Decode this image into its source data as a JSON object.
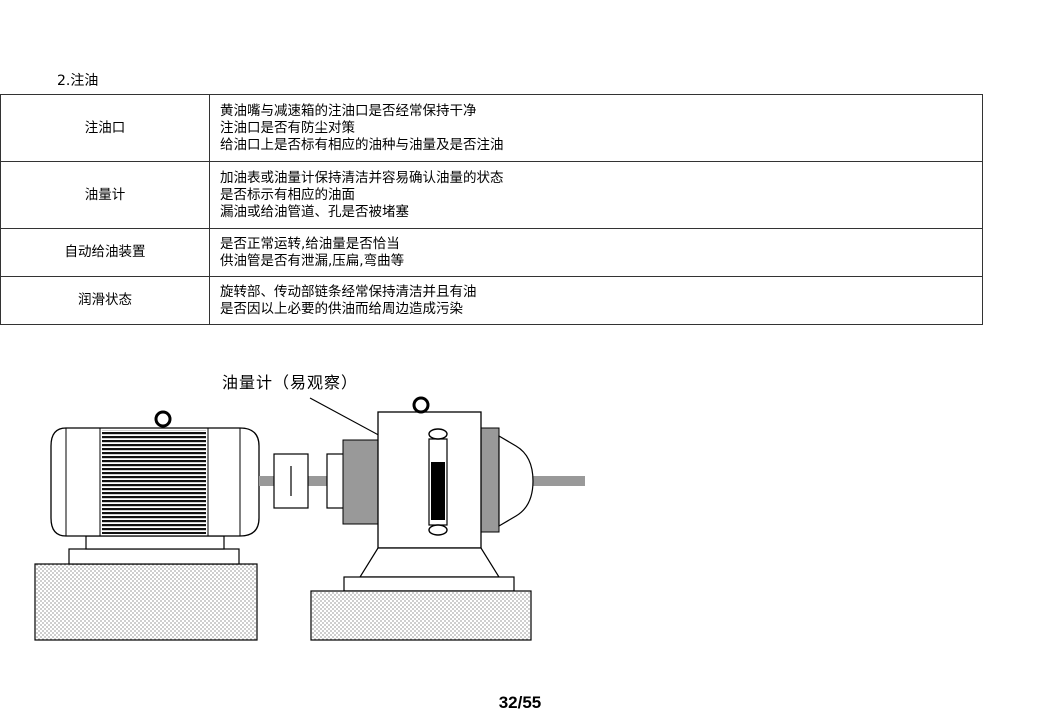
{
  "section": {
    "title": "2.注油"
  },
  "table": {
    "rows": [
      {
        "item": "注油口",
        "lines": [
          "黄油嘴与减速箱的注油口是否经常保持干净",
          "注油口是否有防尘对策",
          "给油口上是否标有相应的油种与油量及是否注油"
        ]
      },
      {
        "item": "油量计",
        "lines": [
          "加油表或油量计保持清洁并容易确认油量的状态",
          "是否标示有相应的油面",
          "漏油或给油管道、孔是否被堵塞"
        ]
      },
      {
        "item": "自动给油装置",
        "lines": [
          "是否正常运转,给油量是否恰当",
          "供油管是否有泄漏,压扁,弯曲等"
        ]
      },
      {
        "item": "润滑状态",
        "lines": [
          "旋转部、传动部链条经常保持清洁并且有油",
          "是否因以上必要的供油而给周边造成污染"
        ]
      }
    ]
  },
  "diagram": {
    "callout": "油量计（易观察）"
  },
  "page": {
    "number": "32/55"
  }
}
